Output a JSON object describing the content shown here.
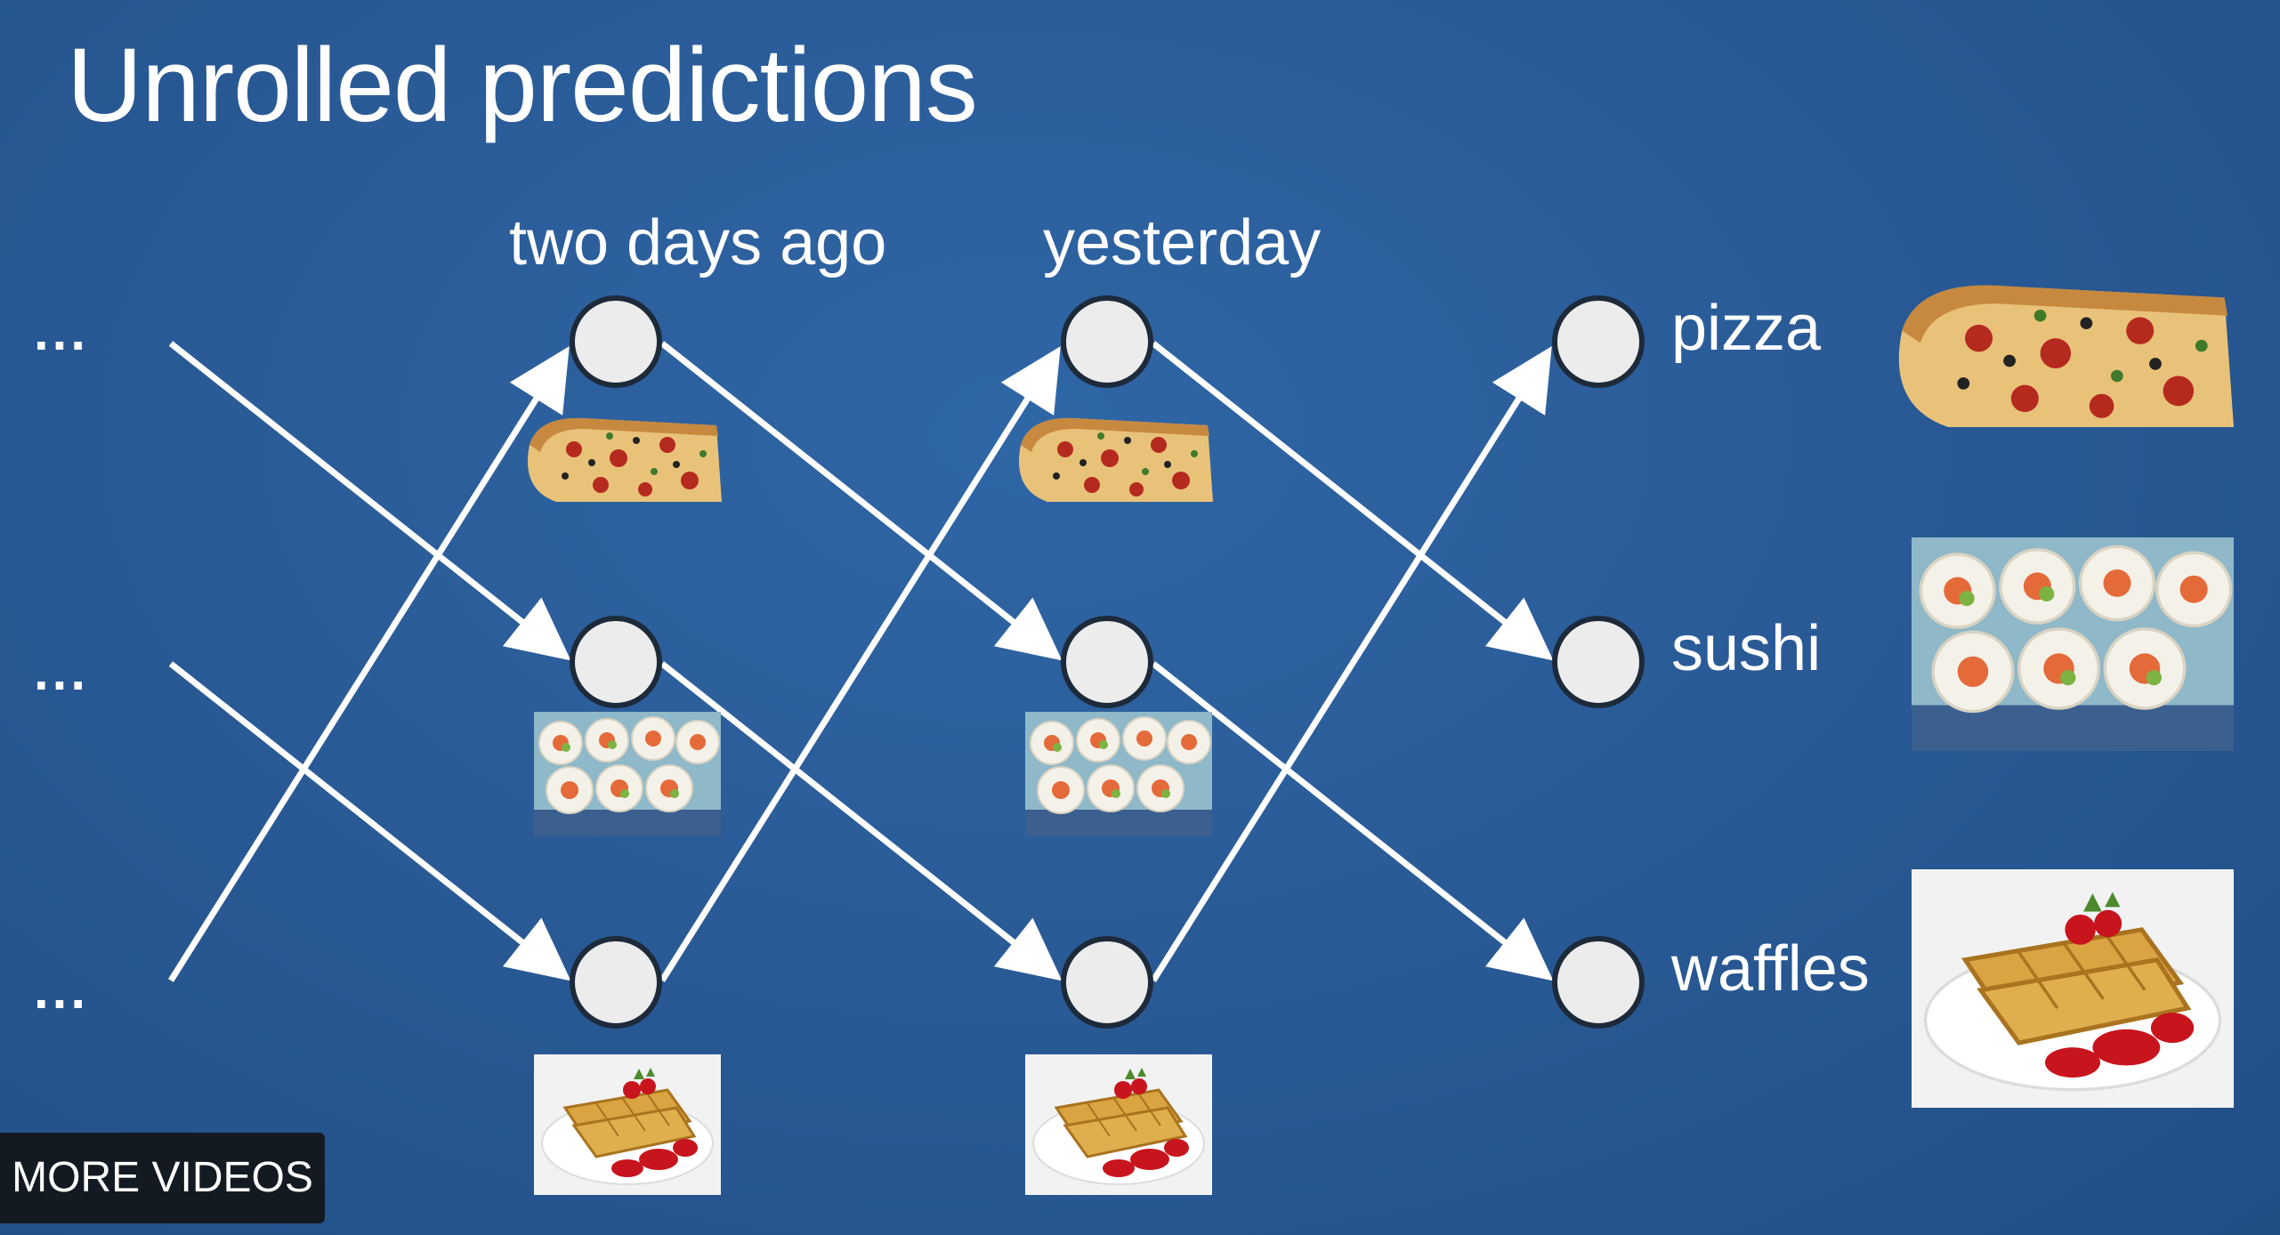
{
  "slide": {
    "title": "Unrolled predictions",
    "columns": {
      "two_days_ago": "two days ago",
      "yesterday": "yesterday"
    },
    "ellipsis": [
      "...",
      "...",
      "..."
    ],
    "outputs": [
      "pizza",
      "sushi",
      "waffles"
    ]
  },
  "colors": {
    "background": "#2a5b97",
    "node_fill": "#ececec",
    "arrow": "#ffffff"
  },
  "overlay": {
    "more_videos": "MORE VIDEOS"
  }
}
